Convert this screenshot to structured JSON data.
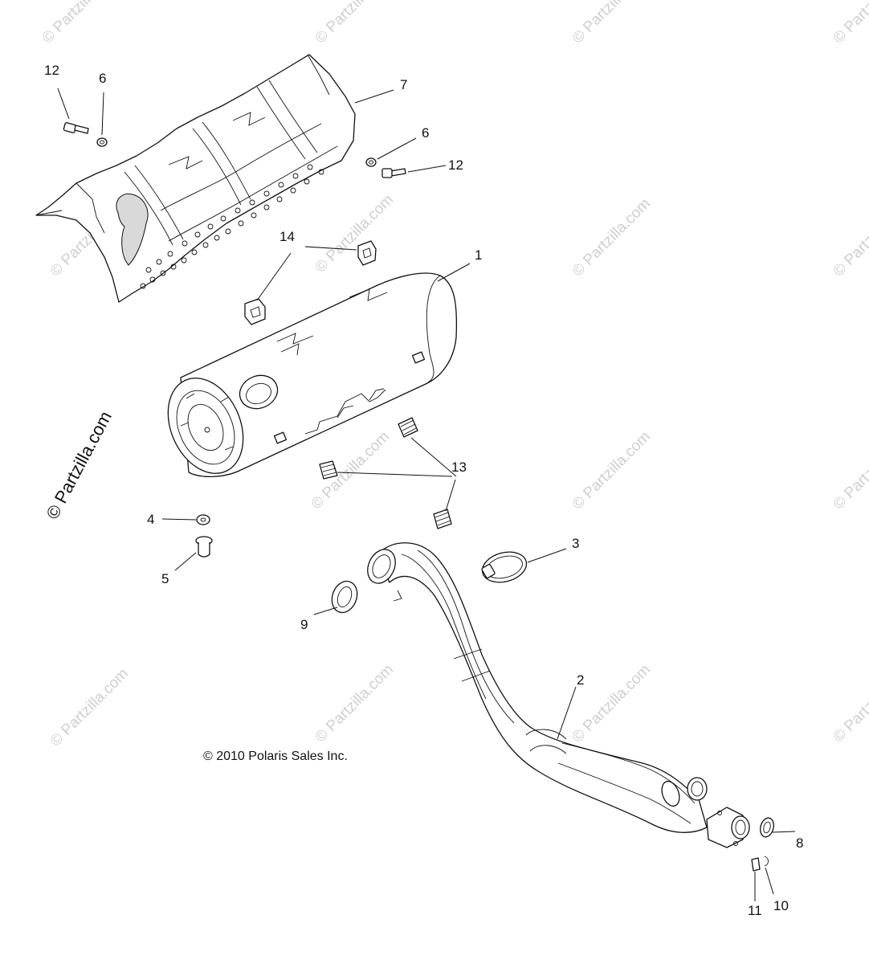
{
  "watermark": {
    "text": "© Partzilla.com",
    "color": "#cfcfcf"
  },
  "side_brand": "© Partzilla.com",
  "copyright": "© 2010 Polaris Sales Inc.",
  "callouts": {
    "c1": "1",
    "c2": "2",
    "c3": "3",
    "c4": "4",
    "c5": "5",
    "c6a": "6",
    "c6b": "6",
    "c7": "7",
    "c8": "8",
    "c9": "9",
    "c10": "10",
    "c11": "11",
    "c12a": "12",
    "c12b": "12",
    "c13": "13",
    "c14": "14"
  }
}
